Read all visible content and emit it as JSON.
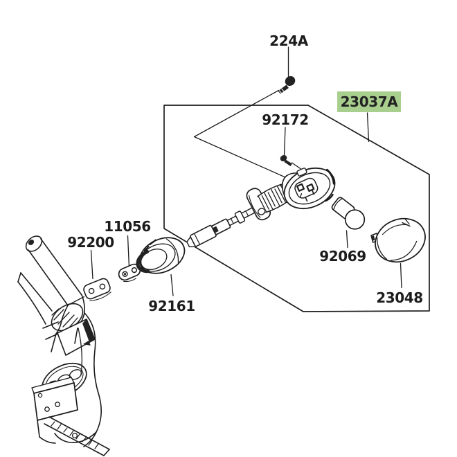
{
  "diagram": {
    "background_color": "#ffffff",
    "line_color": "#1c1c1c",
    "highlight_color": "#a9cf8e",
    "highlighted_part": "23037A",
    "labels": [
      {
        "part_number": "224A",
        "highlighted": false
      },
      {
        "part_number": "92172",
        "highlighted": false
      },
      {
        "part_number": "23037A",
        "highlighted": true
      },
      {
        "part_number": "92069",
        "highlighted": false
      },
      {
        "part_number": "23048",
        "highlighted": false
      },
      {
        "part_number": "11056",
        "highlighted": false
      },
      {
        "part_number": "92200",
        "highlighted": false
      },
      {
        "part_number": "92161",
        "highlighted": false
      }
    ]
  }
}
